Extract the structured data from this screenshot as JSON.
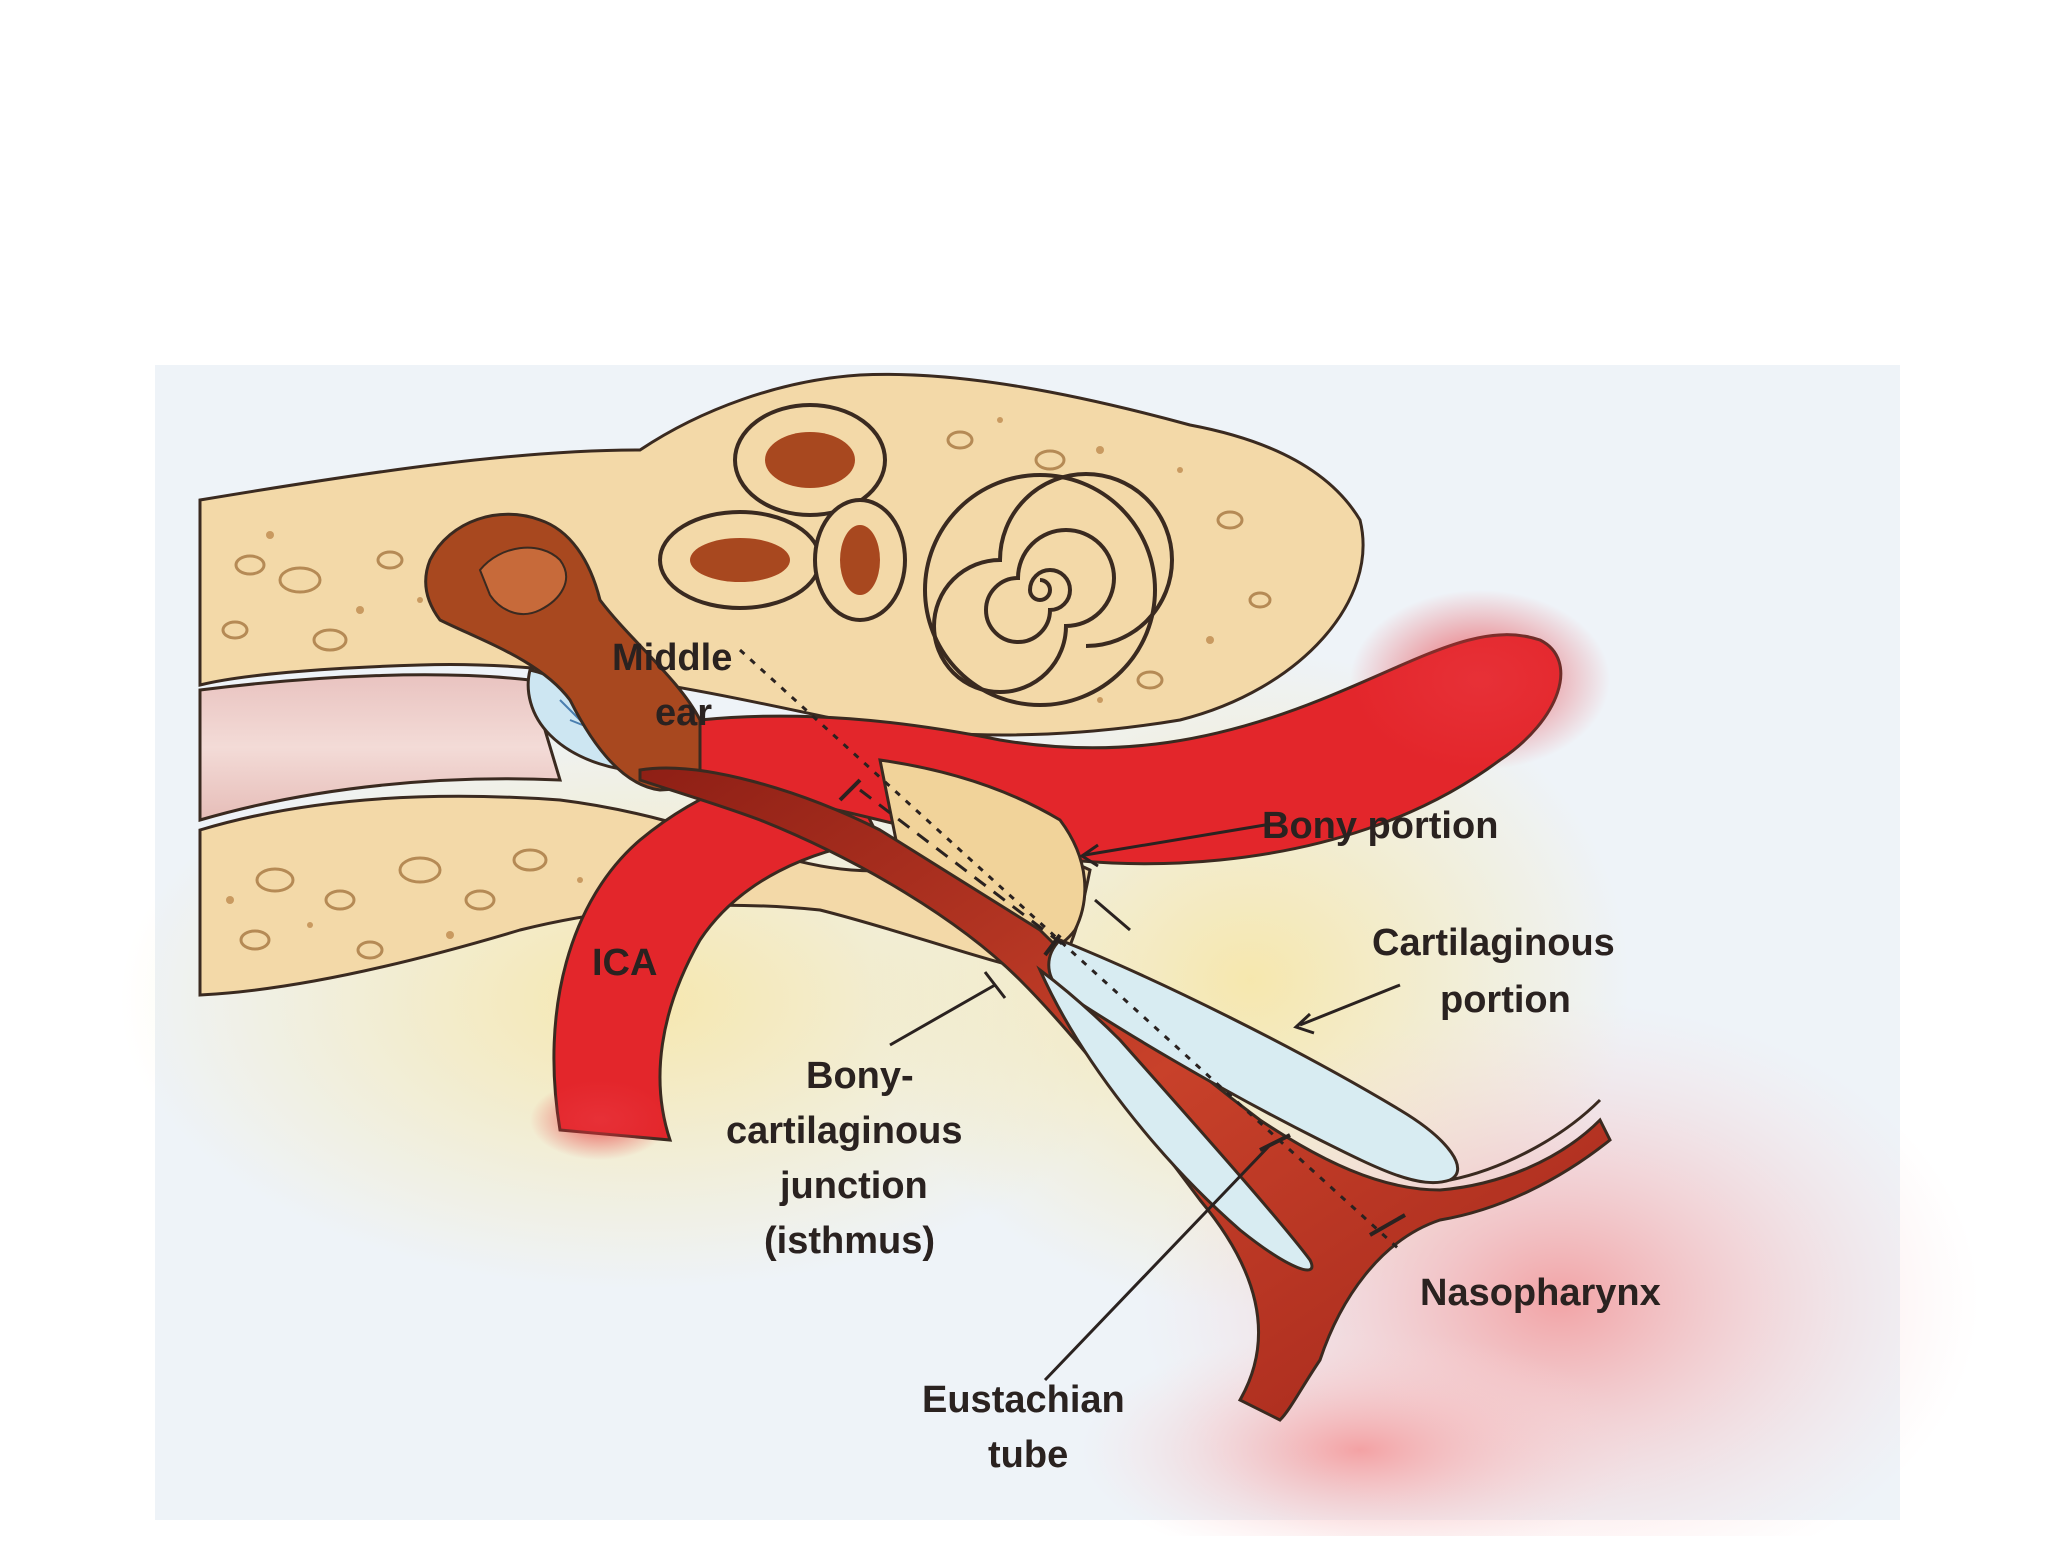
{
  "figure": {
    "labels": {
      "middle_ear_line1": "Middle",
      "middle_ear_line2": "ear",
      "ica": "ICA",
      "bony_portion": "Bony portion",
      "cartilaginous_line1": "Cartilaginous",
      "cartilaginous_line2": "portion",
      "isthmus_line1": "Bony-",
      "isthmus_line2": "cartilaginous",
      "isthmus_line3": "junction",
      "isthmus_line4": "(isthmus)",
      "nasopharynx": "Nasopharynx",
      "eustachian_line1": "Eustachian",
      "eustachian_line2": "tube"
    },
    "colors": {
      "bone": "#f3d9a8",
      "artery": "#e3262b",
      "tube_lumen": "#a3271b",
      "cartilage": "#d8ecf2",
      "mucosa": "#f5b3b0",
      "background": "#eef3f8",
      "outline": "#3a2a20"
    }
  }
}
